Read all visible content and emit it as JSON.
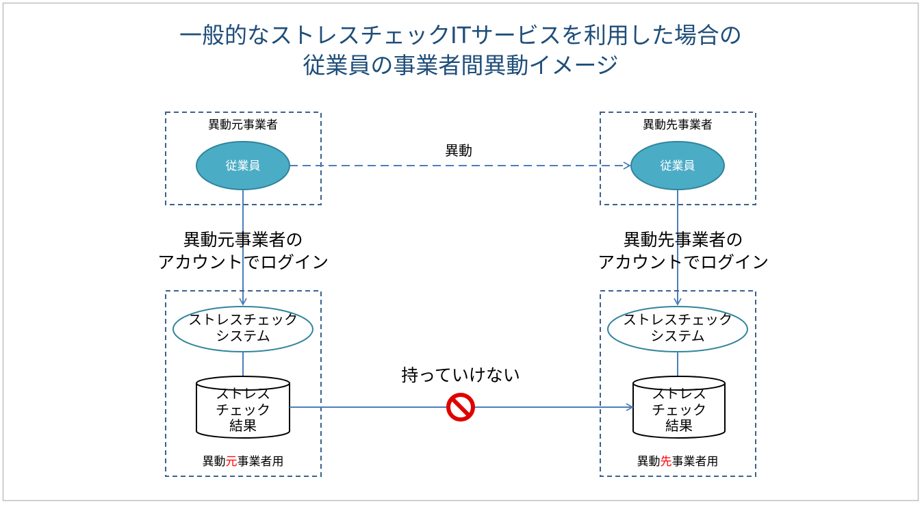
{
  "title": {
    "line1": "一般的なストレスチェックITサービスを利用した場合の",
    "line2": "従業員の事業者間異動イメージ"
  },
  "source": {
    "box_label": "異動元事業者",
    "employee": "従業員",
    "login_line1": "異動元事業者の",
    "login_line2": "アカウントでログイン",
    "system_line1": "ストレスチェック",
    "system_line2": "システム",
    "result_line1": "ストレス",
    "result_line2": "チェック",
    "result_line3": "結果",
    "footer_pre": "異動",
    "footer_accent": "元",
    "footer_post": "事業者用"
  },
  "target": {
    "box_label": "異動先事業者",
    "employee": "従業員",
    "login_line1": "異動先事業者の",
    "login_line2": "アカウントでログイン",
    "system_line1": "ストレスチェック",
    "system_line2": "システム",
    "result_line1": "ストレス",
    "result_line2": "チェック",
    "result_line3": "結果",
    "footer_pre": "異動",
    "footer_accent": "先",
    "footer_post": "事業者用"
  },
  "transfer_label": "異動",
  "cannot_carry_label": "持っていけない",
  "icons": {
    "prohibited": "prohibited-icon"
  },
  "colors": {
    "title": "#1f4e79",
    "employee_fill": "#4bacc6",
    "accent": "#ff0000",
    "prohibited": "#e00000"
  }
}
